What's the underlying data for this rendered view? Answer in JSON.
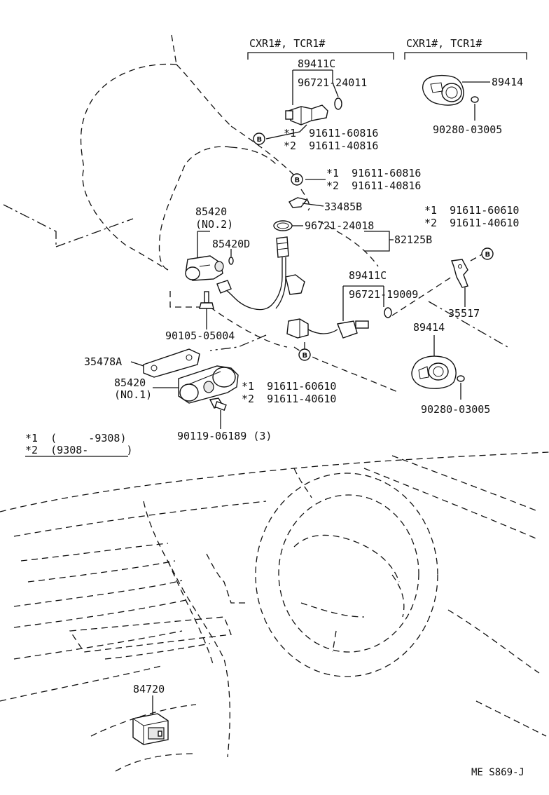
{
  "header": {
    "variant_left": "CXR1#, TCR1#",
    "variant_right": "CXR1#, TCR1#"
  },
  "callouts": {
    "p89411c_top": "89411C",
    "p96721_24011": "96721-24011",
    "star1_91611_60816_a": "*1  91611-60816",
    "star2_91611_40816_a": "*2  91611-40816",
    "p89414_top": "89414",
    "p90280_top": "90280-03005",
    "star1_91611_60816_b": "*1  91611-60816",
    "star2_91611_40816_b": "*2  91611-40816",
    "p33485b": "33485B",
    "star1_91611_60610_right": "*1  91611-60610",
    "star2_91611_40610_right": "*2  91611-40610",
    "p85420_no2": "85420",
    "p85420_no2_sub": "(NO.2)",
    "p85420d": "85420D",
    "p96721_24018": "96721-24018",
    "p82125b": "82125B",
    "p89411c_mid": "89411C",
    "p96721_19009": "96721-19009",
    "p35517": "35517",
    "p89414_mid": "89414",
    "p90105": "90105-05004",
    "p35478a": "35478A",
    "p85420_no1": "85420",
    "p85420_no1_sub": "(NO.1)",
    "star1_91611_60610_low": "*1  91611-60610",
    "star2_91611_40610_low": "*2  91611-40610",
    "p90280_mid": "90280-03005",
    "p90119": "90119-06189 (3)",
    "p84720": "84720",
    "circle_mark": "B"
  },
  "notes": {
    "note1": "*1  (     -9308)",
    "note2": "*2  (9308-      )"
  },
  "footer": {
    "code": "ME S869-J"
  }
}
